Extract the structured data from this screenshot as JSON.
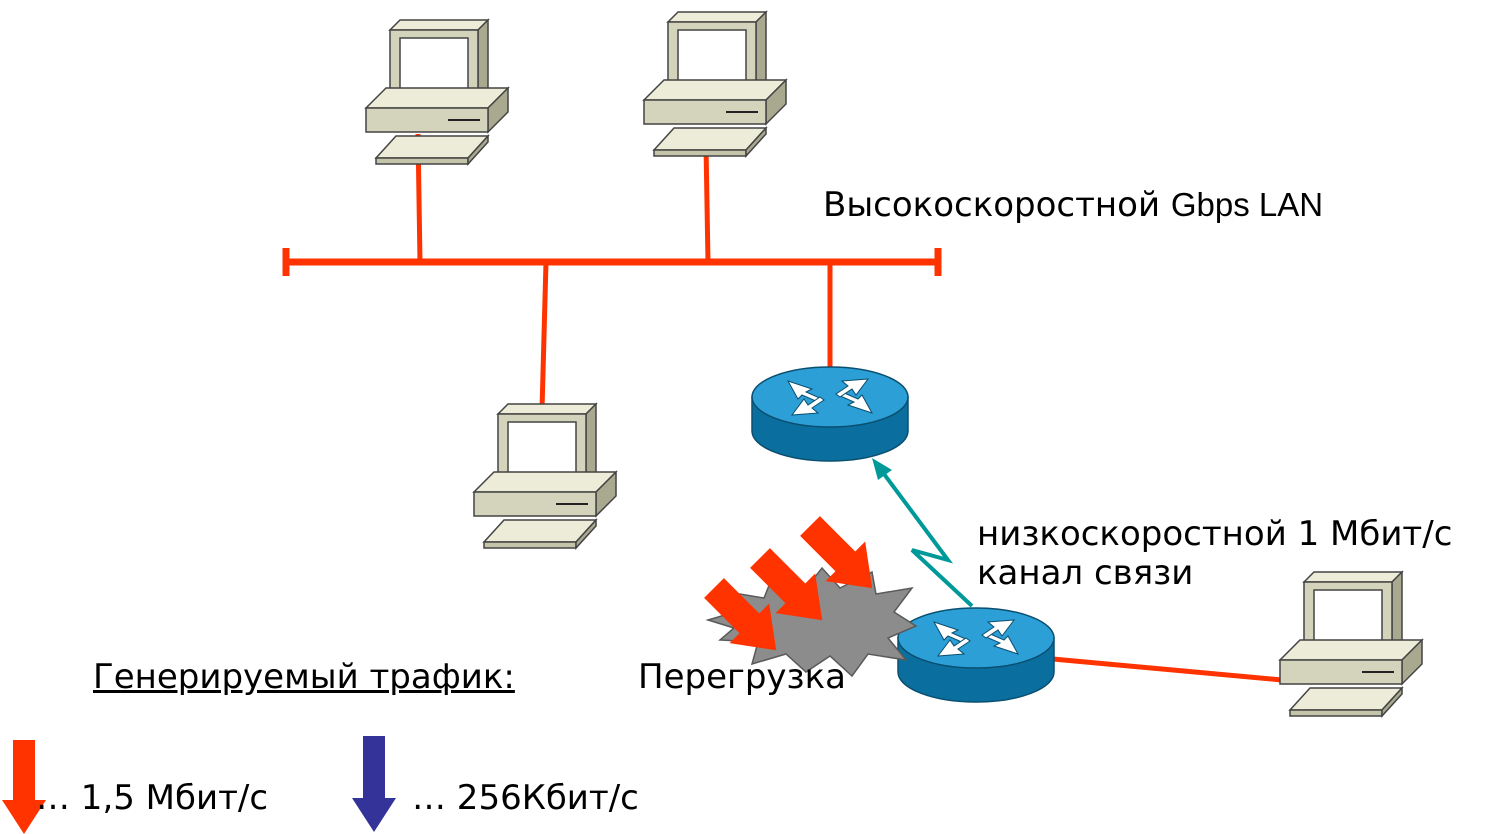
{
  "labels": {
    "lan_prefix": "Высокоскоростной",
    "lan_suffix": "Gbps LAN",
    "slow_link_line1": "низкоскоростной 1 Мбит/с",
    "slow_link_line2": "канал связи",
    "congestion": "Перегрузка",
    "traffic_heading": "Генерируемый трафик:"
  },
  "legend": [
    {
      "icon": "red-down-arrow-icon",
      "color": "#ff3300",
      "text": "… 1,5 Мбит/с"
    },
    {
      "icon": "blue-down-arrow-icon",
      "color": "#333399",
      "text": "… 256Кбит/с"
    }
  ],
  "colors": {
    "lan_cable": "#ff3300",
    "wan_link": "#009999",
    "router": "#1a8fc9",
    "computer": "#d4d4bc",
    "congestion_burst": "#8c8c8c"
  }
}
